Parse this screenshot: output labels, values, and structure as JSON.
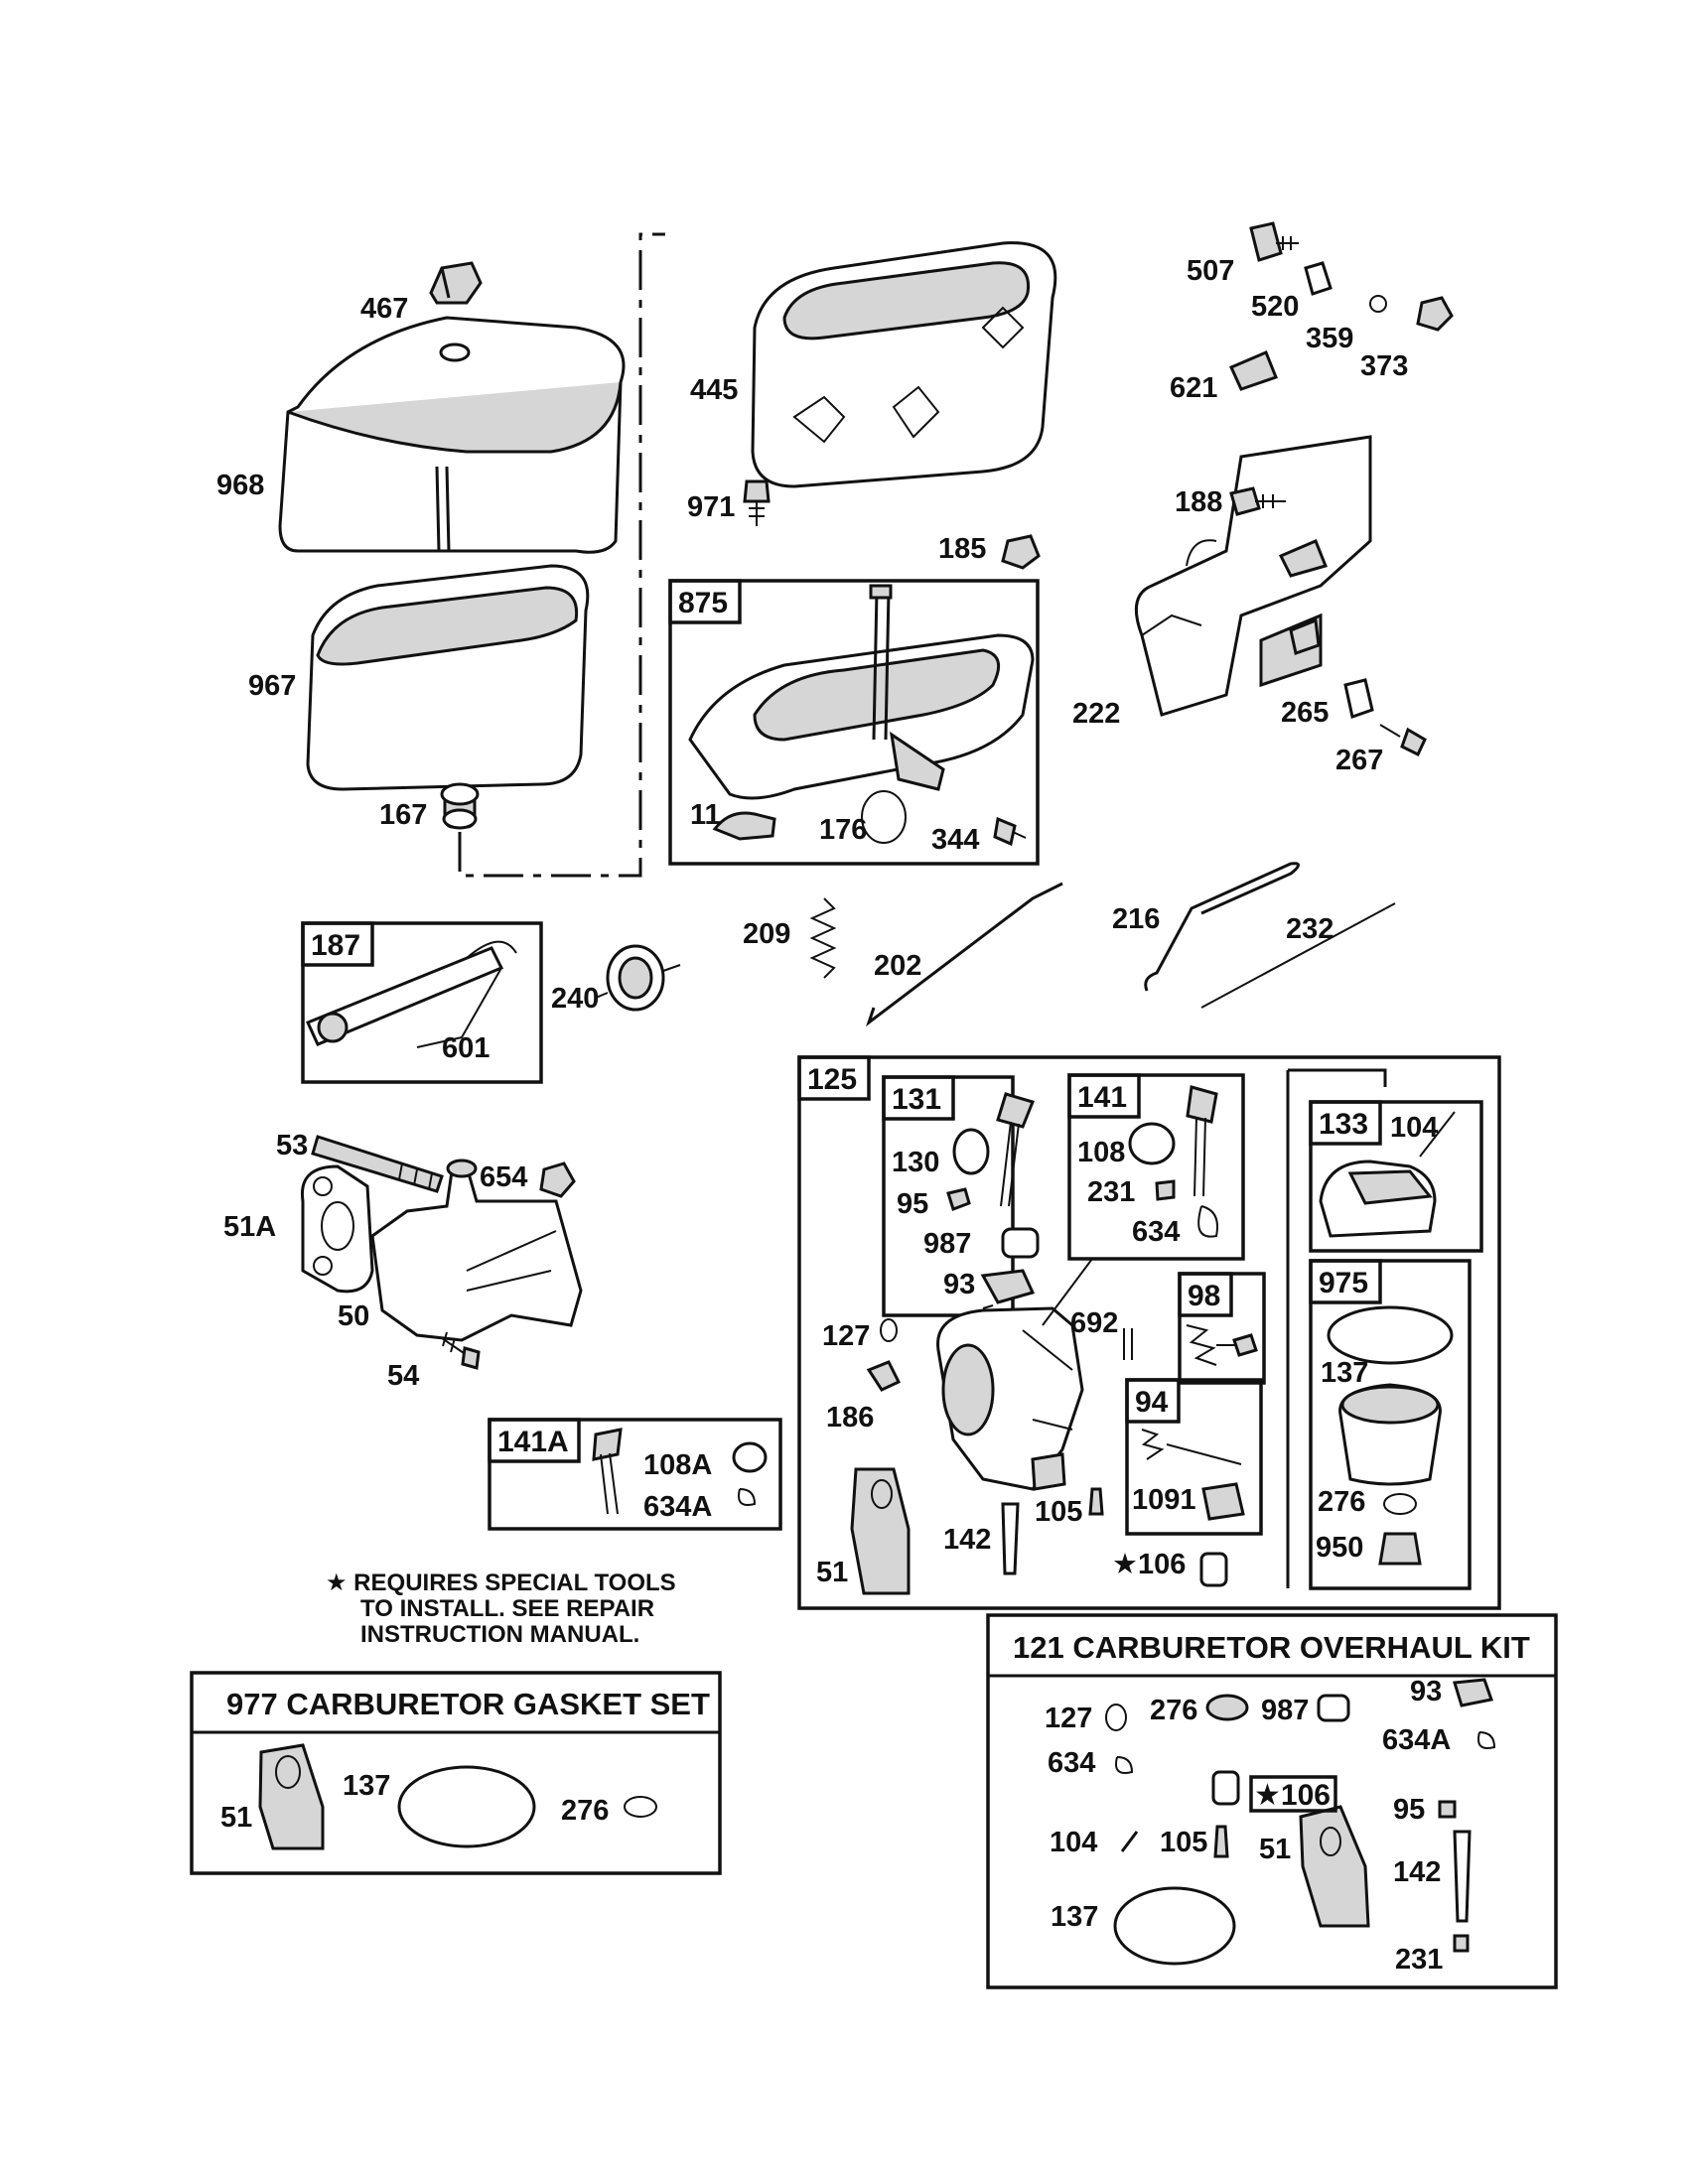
{
  "callouts": {
    "p467": "467",
    "p968": "968",
    "p967": "967",
    "p167": "167",
    "p445": "445",
    "p971": "971",
    "p185": "185",
    "p507": "507",
    "p520": "520",
    "p359": "359",
    "p373": "373",
    "p621": "621",
    "p188": "188",
    "p222": "222",
    "p265": "265",
    "p267": "267",
    "p11": "11",
    "p176": "176",
    "p344": "344",
    "p209": "209",
    "p202": "202",
    "p216": "216",
    "p232": "232",
    "p601": "601",
    "p240": "240",
    "p53": "53",
    "p654": "654",
    "p51A": "51A",
    "p50": "50",
    "p54": "54",
    "p108A": "108A",
    "p634A": "634A",
    "p130": "130",
    "p95": "95",
    "p987": "987",
    "p93": "93",
    "p108": "108",
    "p231": "231",
    "p634": "634",
    "p104": "104",
    "p127": "127",
    "p692": "692",
    "p186": "186",
    "p137": "137",
    "p276": "276",
    "p950": "950",
    "p1091": "1091",
    "p105": "105",
    "p142": "142",
    "p51": "51",
    "p106": "★106"
  },
  "boxes": {
    "b875": "875",
    "b187": "187",
    "b125": "125",
    "b131": "131",
    "b141": "141",
    "b133": "133",
    "b975": "975",
    "b98": "98",
    "b94": "94",
    "b141A": "141A"
  },
  "note": {
    "line1": "★ REQUIRES SPECIAL TOOLS",
    "line2": "TO INSTALL.  SEE REPAIR",
    "line3": "INSTRUCTION MANUAL."
  },
  "gasket_kit": {
    "title": "977 CARBURETOR GASKET SET",
    "items": {
      "p51": "51",
      "p137": "137",
      "p276": "276"
    }
  },
  "overhaul_kit": {
    "title": "121 CARBURETOR OVERHAUL KIT",
    "items": {
      "p127": "127",
      "p276": "276",
      "p987": "987",
      "p93": "93",
      "p634A": "634A",
      "p634": "634",
      "p106": "★106",
      "p95": "95",
      "p104": "104",
      "p105": "105",
      "p51": "51",
      "p142": "142",
      "p137": "137",
      "p231": "231"
    }
  }
}
